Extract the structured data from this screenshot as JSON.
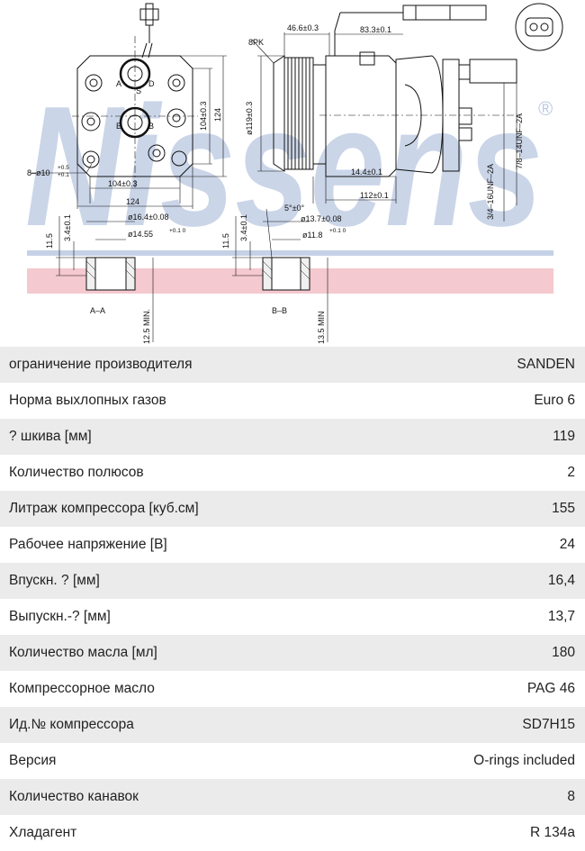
{
  "brand": {
    "watermark": "Nissens",
    "registered_mark": "®",
    "watermark_color": "#9fb3d6",
    "band_color": "#f4c9cf"
  },
  "drawing": {
    "front": {
      "mount_holes": "8–ø10",
      "mount_tol_top": "+0.5",
      "mount_tol_bot": "+0.1",
      "width_bottom": "104±0.3",
      "width_total": "124",
      "height_inner": "104±0.3",
      "height_total": "124",
      "port_a": "A",
      "port_b": "B",
      "port_s": "S",
      "port_d": "D"
    },
    "side": {
      "groove": "8PK",
      "dim_top1": "46.6±0.3",
      "dim_top2": "83.3±0.1",
      "pulley_dia": "ø119±0.3",
      "dim_bottom1": "14.4±0.1",
      "dim_bottom2": "112±0.1",
      "thread_a": "3/4–16UNF–2A",
      "thread_b": "7/8–14UNF–2A"
    },
    "section_a": {
      "caption": "A–A",
      "dia_outer": "ø16.4±0.08",
      "dia_inner": "ø14.55",
      "dia_inner_tol": "+0.1 0",
      "h1": "11.5",
      "h2": "3.4±0.1",
      "depth": "12.5 MIN."
    },
    "section_b": {
      "caption": "B–B",
      "angle": "5°±0°",
      "dia_outer": "ø13.7±0.08",
      "dia_inner": "ø11.8",
      "dia_inner_tol": "+0.1 0",
      "h1": "11.5",
      "h2": "3.4±0.1",
      "depth": "13.5 MIN"
    }
  },
  "specs": [
    {
      "label": "ограничение производителя",
      "value": "SANDEN"
    },
    {
      "label": "Норма выхлопных газов",
      "value": "Euro 6"
    },
    {
      "label": "? шкива [мм]",
      "value": "119"
    },
    {
      "label": "Количество полюсов",
      "value": "2"
    },
    {
      "label": "Литраж компрессора [куб.см]",
      "value": "155"
    },
    {
      "label": "Рабочее напряжение [В]",
      "value": "24"
    },
    {
      "label": "Впускн. ? [мм]",
      "value": "16,4"
    },
    {
      "label": "Выпускн.-? [мм]",
      "value": "13,7"
    },
    {
      "label": "Количество масла [мл]",
      "value": "180"
    },
    {
      "label": "Компрессорное масло",
      "value": "PAG 46"
    },
    {
      "label": "Ид.№ компрессора",
      "value": "SD7H15"
    },
    {
      "label": "Версия",
      "value": "O-rings included"
    },
    {
      "label": "Количество канавок",
      "value": "8"
    },
    {
      "label": "Хладагент",
      "value": "R 134a"
    }
  ]
}
